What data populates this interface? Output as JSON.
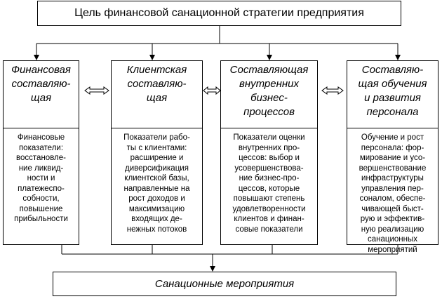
{
  "goal": "Цель финансовой санационной стратегии предприятия",
  "result": "Санационные мероприятия",
  "columns": [
    {
      "title": "Финансовая\nсоставляю-\nщая",
      "body": "Финансовые\nпоказатели:\nвосстановле-\nние ликвид-\nности и\nплатежеспо-\nсобности,\nповышение\nприбыльности"
    },
    {
      "title": "Клиентская\nсоставляю-\nщая",
      "body": "Показатели рабо-\nты с клиентами:\nрасширение и\nдиверсификация\nклиентской базы,\nнаправленные на\nрост доходов и\nмаксимизацию\nвходящих де-\nнежных потоков"
    },
    {
      "title": "Составляющая\nвнутренних\nбизнес-\nпроцессов",
      "body": "Показатели оценки\nвнутренних про-\nцессов: выбор и\nусовершенствова-\nние бизнес-про-\nцессов, которые\nповышают степень\nудовлетворенности\nклиентов и финан-\nсовые показатели"
    },
    {
      "title": "Составляю-\nщая обучения\nи развития\nперсонала",
      "body": "Обучение и рост\nперсонала: фор-\nмирование и усо-\nвершенствование\nинфраструктуры\nуправления пер-\nсоналом, обеспе-\nчивающей быст-\nрую и эффектив-\nную  реализацию\nсанационных\nмероприятий"
    }
  ]
}
